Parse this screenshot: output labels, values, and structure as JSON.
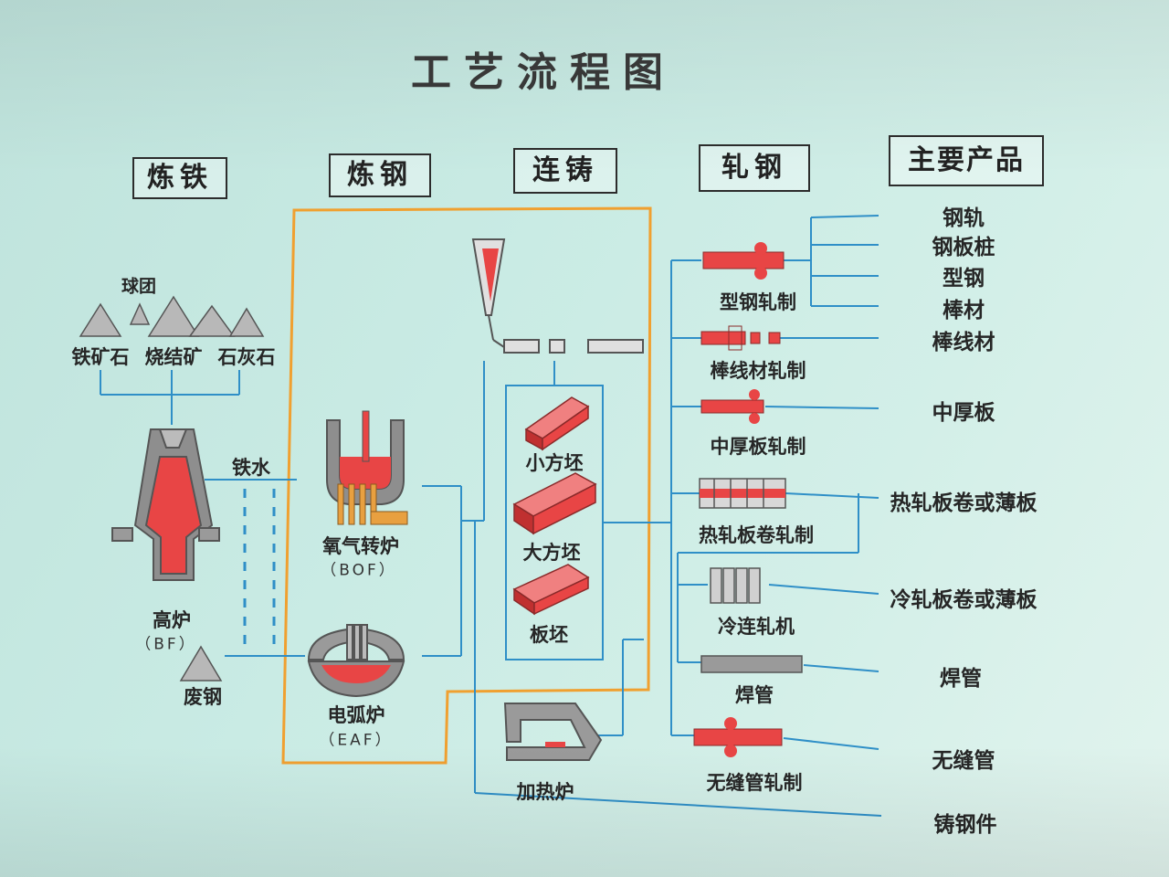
{
  "title": "工艺流程图",
  "headers": {
    "ironmaking": "炼铁",
    "steelmaking": "炼钢",
    "casting": "连铸",
    "rolling": "轧钢",
    "products": "主要产品"
  },
  "raw_materials": {
    "pellet": "球团",
    "iron_ore": "铁矿石",
    "sinter": "烧结矿",
    "limestone": "石灰石",
    "scrap": "废钢"
  },
  "furnaces": {
    "blast_furnace": "高炉",
    "blast_furnace_abbr": "（BF）",
    "hot_metal": "铁水",
    "bof": "氧气转炉",
    "bof_abbr": "（BOF）",
    "eaf": "电弧炉",
    "eaf_abbr": "（EAF）",
    "reheating_furnace": "加热炉"
  },
  "billets": {
    "small": "小方坯",
    "large": "大方坯",
    "slab": "板坯"
  },
  "rolling_mills": {
    "section": "型钢轧制",
    "bar_wire": "棒线材轧制",
    "plate": "中厚板轧制",
    "hot_strip": "热轧板卷轧制",
    "cold_mill": "冷连轧机",
    "welded_pipe": "焊管",
    "seamless": "无缝管轧制"
  },
  "products": {
    "rail": "钢轨",
    "sheet_pile": "钢板桩",
    "section_steel": "型钢",
    "bar": "棒材",
    "bar_wire": "棒线材",
    "plate": "中厚板",
    "hot_coil": "热轧板卷或薄板",
    "cold_coil": "冷轧板卷或薄板",
    "welded_pipe": "焊管",
    "seamless_pipe": "无缝管",
    "casting": "铸钢件"
  },
  "colors": {
    "background": "#c9ebe4",
    "flow_line": "#2f8fc7",
    "frame": "#f0a030",
    "product_red": "#e84545",
    "equipment_grey": "#9a9a9a"
  }
}
